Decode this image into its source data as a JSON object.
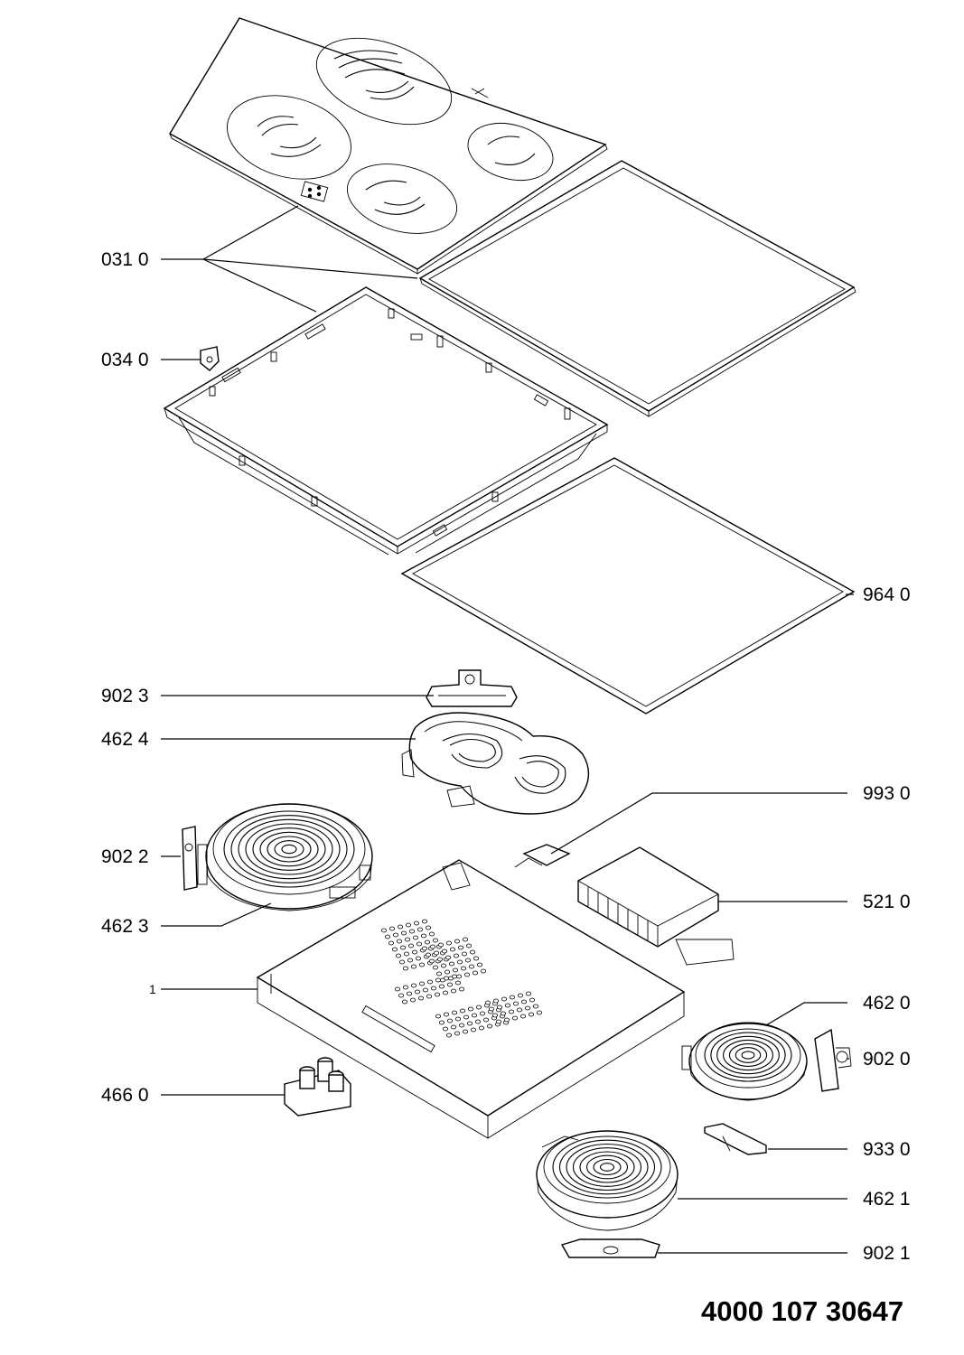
{
  "document_number": "4000 107 30647",
  "callouts": [
    {
      "id": "c0310",
      "text": "031 0"
    },
    {
      "id": "c0340",
      "text": "034 0"
    },
    {
      "id": "c9640",
      "text": "964 0"
    },
    {
      "id": "c9023",
      "text": "902 3"
    },
    {
      "id": "c4624",
      "text": "462 4"
    },
    {
      "id": "c9930",
      "text": "993 0"
    },
    {
      "id": "c9022",
      "text": "902 2"
    },
    {
      "id": "c5210",
      "text": "521 0"
    },
    {
      "id": "c4623",
      "text": "462 3"
    },
    {
      "id": "c1",
      "text": "1"
    },
    {
      "id": "c4620",
      "text": "462 0"
    },
    {
      "id": "c9020",
      "text": "902 0"
    },
    {
      "id": "c4660",
      "text": "466 0"
    },
    {
      "id": "c9330",
      "text": "933 0"
    },
    {
      "id": "c4621",
      "text": "462 1"
    },
    {
      "id": "c9021",
      "text": "902 1"
    }
  ]
}
